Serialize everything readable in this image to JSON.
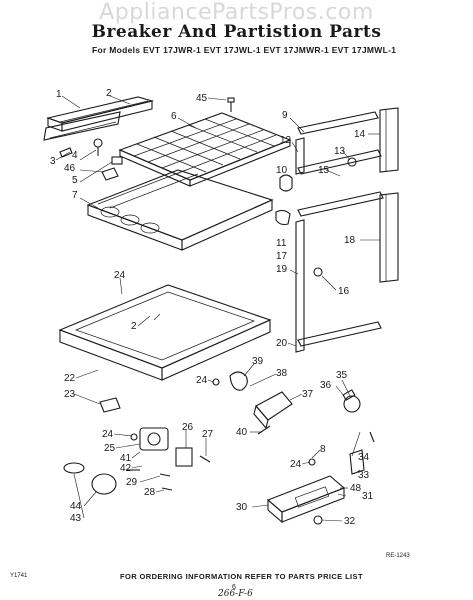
{
  "watermark": "AppliancePartsPros.com",
  "title": "Breaker And Partistion Parts",
  "models": "For Models  EVT 17JWR-1  EVT 17JWL-1  EVT 17JMWR-1  EVT 17JMWL-1",
  "footer": "FOR ORDERING INFORMATION REFER TO PARTS PRICE LIST",
  "doc_code_left": "Y1741",
  "doc_code_right": "RE-1243",
  "page_number": "6",
  "handwritten_note": "266-F-6",
  "callouts": [
    "1",
    "2",
    "3",
    "4",
    "46",
    "5",
    "6",
    "45",
    "7",
    "9",
    "12",
    "10",
    "14",
    "13",
    "15",
    "11",
    "17",
    "18",
    "19",
    "16",
    "20",
    "24",
    "2",
    "22",
    "23",
    "39",
    "38",
    "24",
    "35",
    "36",
    "37",
    "26",
    "27",
    "40",
    "24",
    "25",
    "41",
    "42",
    "29",
    "28",
    "44",
    "43",
    "8",
    "24",
    "34",
    "33",
    "48",
    "31",
    "30",
    "32"
  ]
}
